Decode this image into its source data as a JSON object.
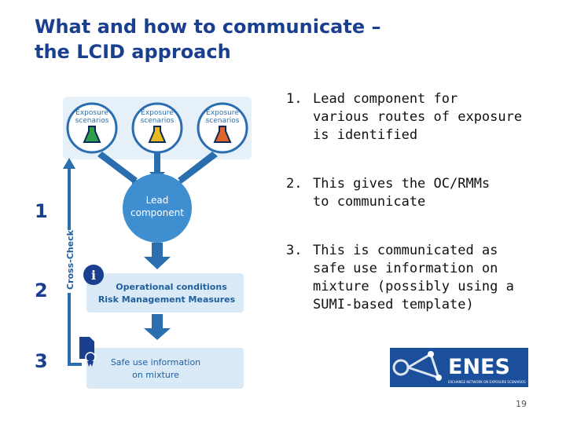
{
  "title": {
    "line1": "What and how to communicate –",
    "line2": "the LCID approach"
  },
  "steps": [
    {
      "num": "1.",
      "lines": [
        "Lead component for",
        "various routes of exposure",
        "is identified"
      ]
    },
    {
      "num": "2.",
      "lines": [
        "This gives the OC/RMMs",
        "to communicate"
      ]
    },
    {
      "num": "3.",
      "lines": [
        "This is communicated as",
        "safe use information on",
        "mixture (possibly using a",
        "SUMI-based template)"
      ]
    }
  ],
  "side_numbers": [
    "1",
    "2",
    "3"
  ],
  "diagram": {
    "exposure_scenarios": [
      {
        "line1": "Exposure",
        "line2": "scenarios",
        "flask_color": "#2e9e4a"
      },
      {
        "line1": "Exposure",
        "line2": "scenarios",
        "flask_color": "#e8b820"
      },
      {
        "line1": "Exposure",
        "line2": "scenarios",
        "flask_color": "#e0642a"
      }
    ],
    "lead": {
      "line1": "Lead",
      "line2": "component"
    },
    "cross_check": "Cross-Check",
    "oc_rmm": {
      "line1": "Operational conditions",
      "line2": "Risk Management Measures"
    },
    "safe_use": {
      "line1": "Safe use information",
      "line2": "on mixture"
    },
    "info_glyph": "i",
    "colors": {
      "dark": "#2a6eb0",
      "mid": "#4a90c8",
      "light": "#d9e9f6",
      "text": "#1f5f9e"
    }
  },
  "logo": {
    "text": "ENES",
    "subtext": "EXCHANGE NETWORK ON EXPOSURE SCENARIOS"
  },
  "page_number": "19"
}
